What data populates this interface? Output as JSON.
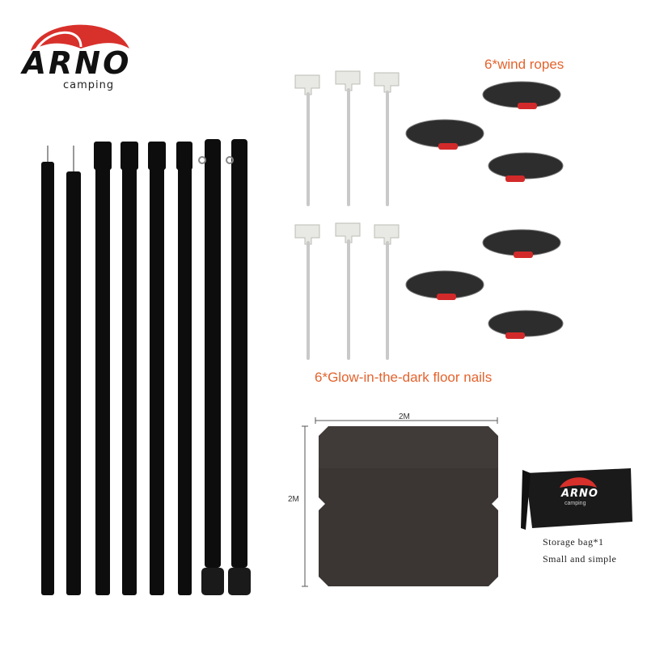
{
  "brand": {
    "name": "ARNO",
    "sub": "camping"
  },
  "labels": {
    "wind_ropes": "6*wind ropes",
    "floor_nails": "6*Glow-in-the-dark floor nails",
    "width": "2M",
    "height": "2M",
    "bag_title": "Storage bag*1",
    "bag_desc": "Small and simple",
    "bag_brand": "ARNO",
    "bag_sub": "camping"
  },
  "colors": {
    "accent": "#e4632d",
    "logo_red": "#d8302b",
    "pole": "#0d0d0d",
    "mat": "#3b3533"
  }
}
